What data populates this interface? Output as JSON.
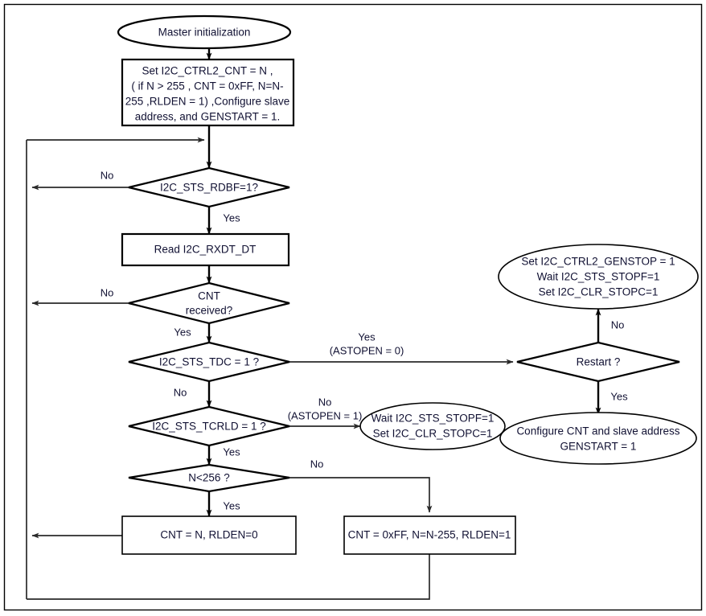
{
  "diagram": {
    "title": "I2C Master receive flowchart",
    "colors": {
      "stroke": "#000000",
      "text": "#111133",
      "connector": "#2a2a2a",
      "background": "#ffffff"
    },
    "nodes": {
      "start": {
        "shape": "ellipse",
        "label": "Master initialization"
      },
      "init_box": {
        "shape": "process",
        "lines": [
          "Set I2C_CTRL2_CNT = N ,",
          "( if N > 255 , CNT = 0xFF, N=N-",
          "255 ,RLDEN = 1) ,Configure slave",
          "address, and GENSTART = 1."
        ]
      },
      "rdbf": {
        "shape": "decision",
        "label": "I2C_STS_RDBF=1?"
      },
      "read_rxdt": {
        "shape": "process",
        "label": "Read I2C_RXDT_DT"
      },
      "cnt_received": {
        "shape": "decision",
        "lines": [
          "CNT",
          "received?"
        ]
      },
      "tdc": {
        "shape": "decision",
        "label": "I2C_STS_TDC = 1 ?"
      },
      "tcrld": {
        "shape": "decision",
        "label": "I2C_STS_TCRLD = 1 ?"
      },
      "n_lt_256": {
        "shape": "decision",
        "label": "N<256 ?"
      },
      "cnt_n": {
        "shape": "process",
        "label": "CNT = N, RLDEN=0"
      },
      "cnt_ff": {
        "shape": "process",
        "label": "CNT = 0xFF, N=N-255, RLDEN=1"
      },
      "wait_stop": {
        "shape": "ellipse",
        "lines": [
          "Wait I2C_STS_STOPF=1",
          "Set I2C_CLR_STOPC=1"
        ]
      },
      "genstop": {
        "shape": "ellipse",
        "lines": [
          "Set I2C_CTRL2_GENSTOP = 1",
          "Wait I2C_STS_STOPF=1",
          "Set I2C_CLR_STOPC=1"
        ]
      },
      "restart": {
        "shape": "decision",
        "label": "Restart ?"
      },
      "configure_cnt": {
        "shape": "ellipse",
        "lines": [
          "Configure CNT and slave address",
          "GENSTART = 1"
        ]
      }
    },
    "edge_labels": {
      "rdbf_no": "No",
      "rdbf_yes": "Yes",
      "cnt_no": "No",
      "cnt_yes": "Yes",
      "tdc_yes_1": "Yes",
      "tdc_yes_2": "(ASTOPEN = 0)",
      "tdc_no": "No",
      "tcrld_no_1": "No",
      "tcrld_no_2": "(ASTOPEN = 1)",
      "tcrld_yes": "Yes",
      "n256_no": "No",
      "n256_yes": "Yes",
      "restart_no": "No",
      "restart_yes": "Yes"
    }
  }
}
